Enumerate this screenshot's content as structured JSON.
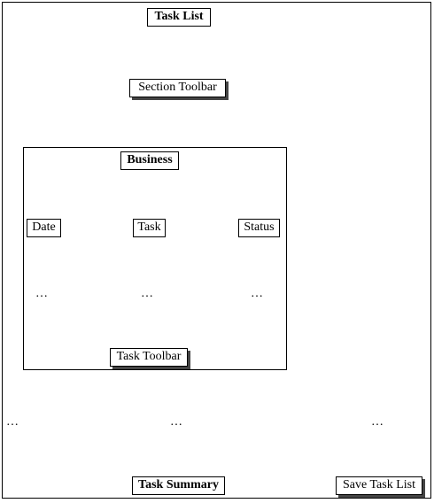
{
  "title": "Task List",
  "section_toolbar": "Section Toolbar",
  "section": {
    "title": "Business",
    "columns": [
      "Date",
      "Task",
      "Status"
    ],
    "row_placeholders": [
      "…",
      "…",
      "…"
    ],
    "toolbar": "Task Toolbar"
  },
  "outer_placeholders": [
    "…",
    "…",
    "…"
  ],
  "footer": {
    "summary": "Task Summary",
    "save_button": "Save Task List"
  }
}
